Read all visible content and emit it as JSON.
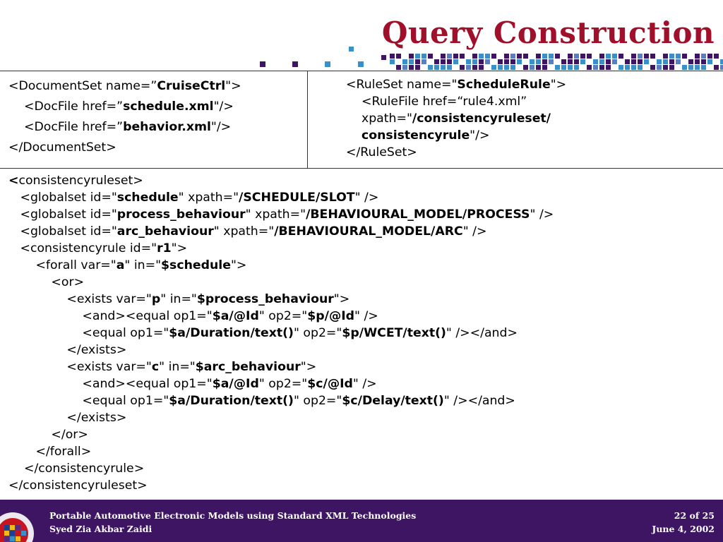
{
  "title": "Query Construction",
  "colors": {
    "title": "#a0102a",
    "footer_bg": "#3d1563",
    "square_dark": "#3d1563",
    "square_blue": "#3a8fc8"
  },
  "left": [
    [
      "<DocumentSet name=”",
      "CruiseCtrl",
      "\">"
    ],
    [
      "    <DocFile href=”",
      "schedule.xml",
      "\"/>"
    ],
    [
      "    <DocFile href=”",
      "behavior.xml",
      "\"/>"
    ],
    [
      "</DocumentSet>"
    ]
  ],
  "right": [
    [
      "<RuleSet name=\"",
      "ScheduleRule",
      "\">"
    ],
    [
      "    <RuleFile href=“rule4.xml”"
    ],
    [
      "    xpath=\"",
      "/consistencyruleset/",
      ""
    ],
    [
      "    ",
      "consistencyrule",
      "\"/>"
    ],
    [
      "</RuleSet>"
    ]
  ],
  "main": [
    [
      "",
      "<",
      "consistencyruleset>"
    ],
    [
      "   <globalset id=\"",
      "schedule",
      "\" xpath=\"",
      "/SCHEDULE/SLOT",
      "\" />"
    ],
    [
      "   <globalset id=\"",
      "process_behaviour",
      "\" xpath=\"",
      "/BEHAVIOURAL_MODEL/PROCESS",
      "\" />"
    ],
    [
      "   <globalset id=\"",
      "arc_behaviour",
      "\" xpath=\"",
      "/BEHAVIOURAL_MODEL/ARC",
      "\" />"
    ],
    [
      "   <consistencyrule id=\"",
      "r1",
      "\">"
    ],
    [
      "       <forall var=\"",
      "a",
      "\" in=\"",
      "$schedule",
      "\">"
    ],
    [
      "           <or>"
    ],
    [
      "               <exists var=\"",
      "p",
      "\" in=\"",
      "$process_behaviour",
      "\">"
    ],
    [
      "                   <and><equal op1=\"",
      "$a/@Id",
      "\" op2=\"",
      "$p/@Id",
      "\" />"
    ],
    [
      "                   <equal op1=\"",
      "$a/Duration/text()",
      "\" op2=\"",
      "$p/WCET/text()",
      "\" /></and>"
    ],
    [
      "               </exists>"
    ],
    [
      "               <exists var=\"",
      "c",
      "\" in=\"",
      "$arc_behaviour",
      "\">"
    ],
    [
      "                   <and><equal op1=\"",
      "$a/@Id",
      "\" op2=\"",
      "$c/@Id",
      "\" />"
    ],
    [
      "                   <equal op1=\"",
      "$a/Duration/text()",
      "\" op2=\"",
      "$c/Delay/text()",
      "\" /></and>"
    ],
    [
      "               </exists>"
    ],
    [
      "           </or>"
    ],
    [
      "       </forall>"
    ],
    [
      "    </consistencyrule>"
    ],
    [
      "</consistencyruleset>"
    ]
  ],
  "footer": {
    "line1": "Portable Automotive Electronic Models using Standard XML Technologies",
    "line2": "Syed Zia Akbar Zaidi",
    "page": "22  of  25",
    "date": "June 4, 2002"
  }
}
